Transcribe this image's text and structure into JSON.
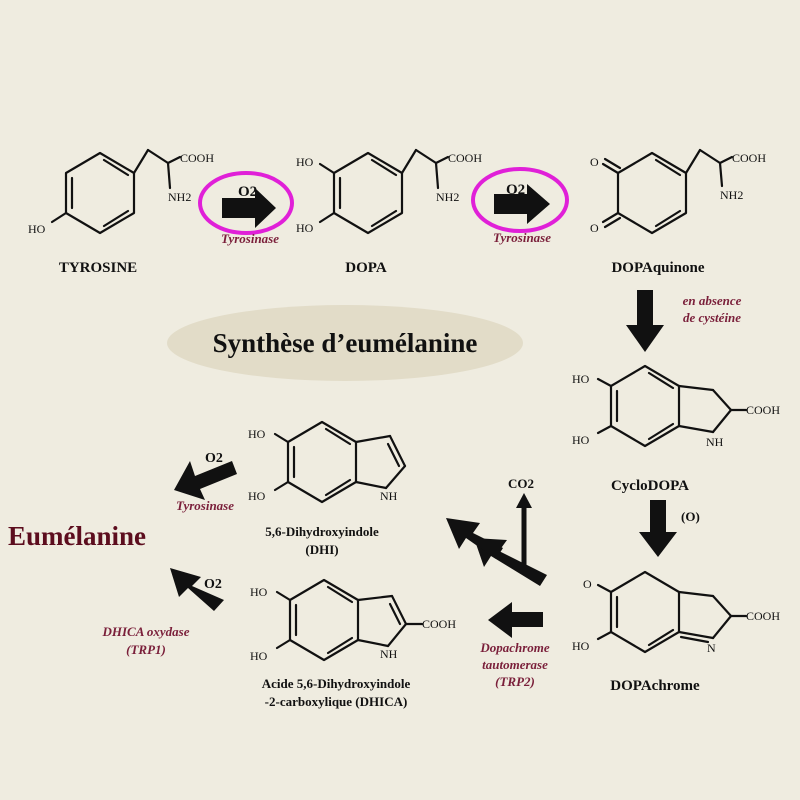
{
  "title": "Synthèse d’eumélanine",
  "product": "Eumélanine",
  "colors": {
    "background": "#efece0",
    "ellipse": "#e2dcc8",
    "highlight": "#e020d8",
    "enzyme": "#7a1f3a",
    "product": "#5c0d1e"
  },
  "molecules": {
    "tyrosine": {
      "name": "TYROSINE",
      "ho": "HO",
      "cooh": "COOH",
      "nh2": "NH2"
    },
    "dopa": {
      "name": "DOPA",
      "ho1": "HO",
      "ho2": "HO",
      "cooh": "COOH",
      "nh2": "NH2"
    },
    "dopaquinone": {
      "name": "DOPAquinone",
      "o1": "O",
      "o2": "O",
      "cooh": "COOH",
      "nh2": "NH2"
    },
    "cyclodopa": {
      "name": "CycloDOPA",
      "ho1": "HO",
      "ho2": "HO",
      "cooh": "COOH",
      "nh": "NH"
    },
    "dopachrome": {
      "name": "DOPAchrome",
      "o": "O",
      "ho": "HO",
      "cooh": "COOH",
      "n": "N"
    },
    "dhi": {
      "name1": "5,6-Dihydroxyindole",
      "name2": "(DHI)",
      "ho1": "HO",
      "ho2": "HO",
      "nh": "NH"
    },
    "dhica": {
      "name1": "Acide 5,6-Dihydroxyindole",
      "name2": "-2-carboxylique (DHICA)",
      "ho1": "HO",
      "ho2": "HO",
      "cooh": "COOH",
      "nh": "NH"
    }
  },
  "reactions": {
    "step1": {
      "reagent": "O2",
      "enzyme": "Tyrosinase"
    },
    "step2": {
      "reagent": "O2",
      "enzyme": "Tyrosinase"
    },
    "step3": {
      "note1": "en absence",
      "note2": "de cystéine"
    },
    "step4": {
      "reagent": "(O)"
    },
    "step5": {
      "byproduct": "CO2"
    },
    "step6": {
      "enzyme1": "Dopachrome",
      "enzyme2": "tautomerase",
      "enzyme3": "(TRP2)"
    },
    "step7": {
      "reagent": "O2",
      "enzyme": "Tyrosinase"
    },
    "step8": {
      "reagent": "O2",
      "enzyme1": "DHICA oxydase",
      "enzyme2": "(TRP1)"
    }
  }
}
